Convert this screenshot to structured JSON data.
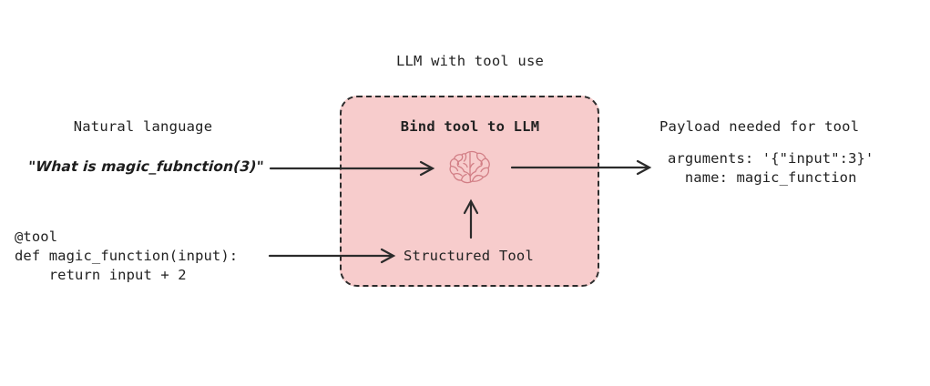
{
  "diagram": {
    "title": "LLM with tool use",
    "background_color": "#ffffff",
    "box": {
      "label": "Bind tool to LLM",
      "fill_color": "#f7cccc",
      "border_color": "#2c2c2c",
      "border_style": "dashed",
      "inner_node_label": "Structured Tool",
      "icon_name": "brain-icon",
      "icon_color": "#d27f86"
    },
    "left": {
      "heading": "Natural language",
      "quote": "\"What is magic_fubnction(3)\"",
      "code_lines": [
        "@tool",
        "def magic_function(input):",
        "    return input + 2"
      ]
    },
    "right": {
      "heading": "Payload needed for tool",
      "payload_lines": [
        "arguments: '{\"input\":3}'",
        "  name: magic_function"
      ]
    },
    "arrows": [
      {
        "name": "arrow-natural-language-to-llm",
        "direction": "right"
      },
      {
        "name": "arrow-llm-to-payload",
        "direction": "right"
      },
      {
        "name": "arrow-tool-code-to-structured-tool",
        "direction": "right"
      },
      {
        "name": "arrow-structured-tool-to-brain",
        "direction": "up"
      }
    ]
  }
}
